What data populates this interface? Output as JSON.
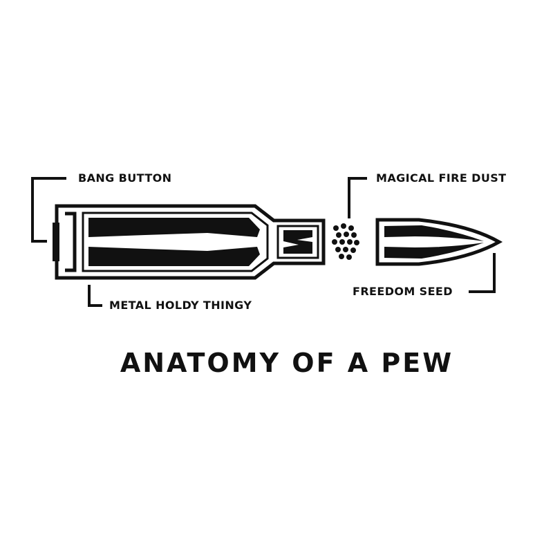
{
  "title": "ANATOMY OF A PEW",
  "labels": {
    "primer": "BANG BUTTON",
    "case": "METAL HOLDY THINGY",
    "powder": "MAGICAL FIRE DUST",
    "bullet": "FREEDOM SEED"
  },
  "colors": {
    "ink": "#111111",
    "background": "#ffffff"
  }
}
